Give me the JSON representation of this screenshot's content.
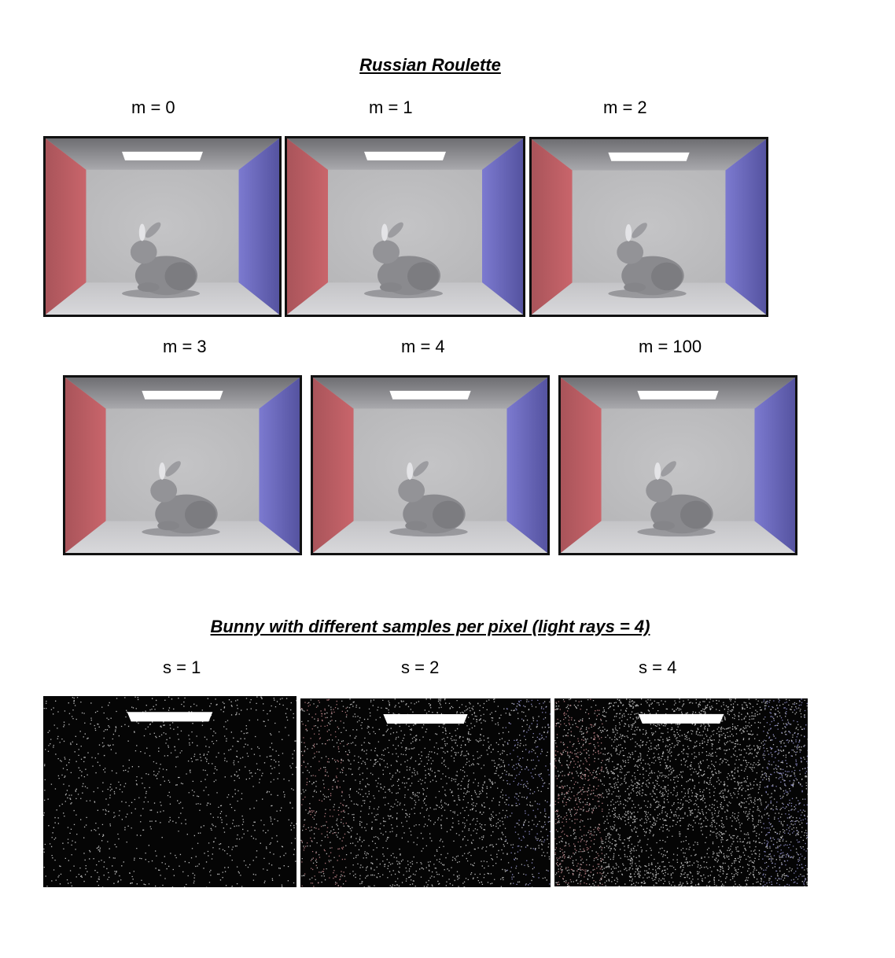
{
  "section1": {
    "title": "Russian Roulette",
    "images": [
      {
        "label": "m = 0",
        "kind": "render"
      },
      {
        "label": "m = 1",
        "kind": "render"
      },
      {
        "label": "m = 2",
        "kind": "render"
      },
      {
        "label": "m = 3",
        "kind": "render"
      },
      {
        "label": "m = 4",
        "kind": "render"
      },
      {
        "label": "m = 100",
        "kind": "render"
      }
    ]
  },
  "section2": {
    "title": "Bunny with different samples per pixel (light rays = 4)",
    "images": [
      {
        "label": "s = 1",
        "kind": "noise",
        "density": 0.06
      },
      {
        "label": "s = 2",
        "kind": "noise",
        "density": 0.12
      },
      {
        "label": "s = 4",
        "kind": "noise",
        "density": 0.22
      }
    ]
  },
  "colors": {
    "red_wall": "#c9656b",
    "blue_wall": "#6a68bf",
    "back_wall": "#b7b7b9",
    "floor": "#cfcfd2",
    "light": "#ffffff",
    "bunny": "#8a8a8e"
  }
}
